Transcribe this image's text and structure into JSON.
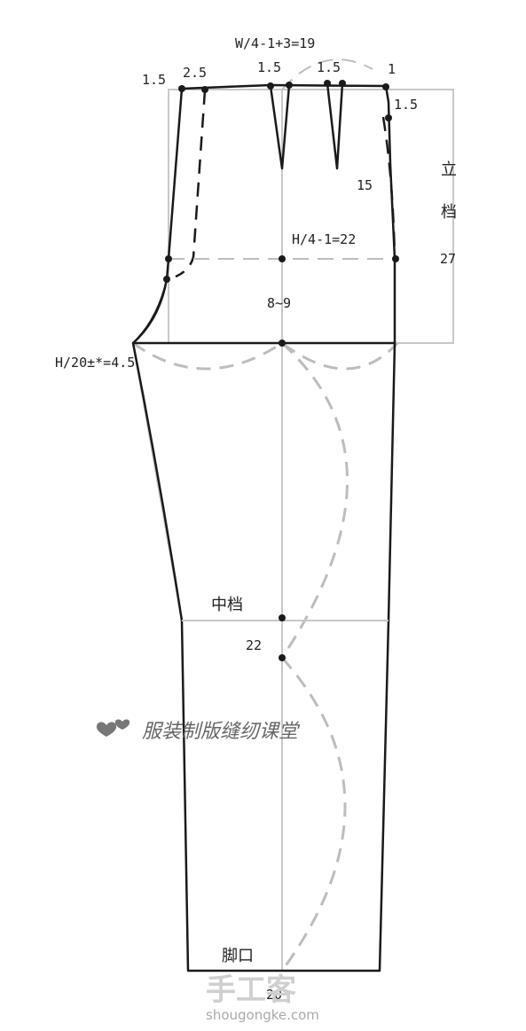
{
  "labels": {
    "waist_formula": "W/4-1+3=19",
    "left_top": "1.5",
    "fly": "2.5",
    "dart1": "1.5",
    "dart2": "1.5",
    "right_top": "1",
    "side_offset": "1.5",
    "lidang_1": "立",
    "lidang_2": "档",
    "dart_len": "15",
    "hip_formula": "H/4-1=22",
    "rise": "27",
    "hip_depth": "8~9",
    "crotch_formula": "H/20±*=4.5",
    "knee": "中档",
    "knee_val": "22",
    "hem": "脚口",
    "hem_val": "20"
  },
  "watermark": {
    "text": "服装制版缝纫课堂",
    "site_cn": "手工客",
    "site_url": "shougongke.com"
  },
  "colors": {
    "outline": "#1a1a1a",
    "guide": "#c8c8c8",
    "dashed": "#bdbdbd"
  }
}
